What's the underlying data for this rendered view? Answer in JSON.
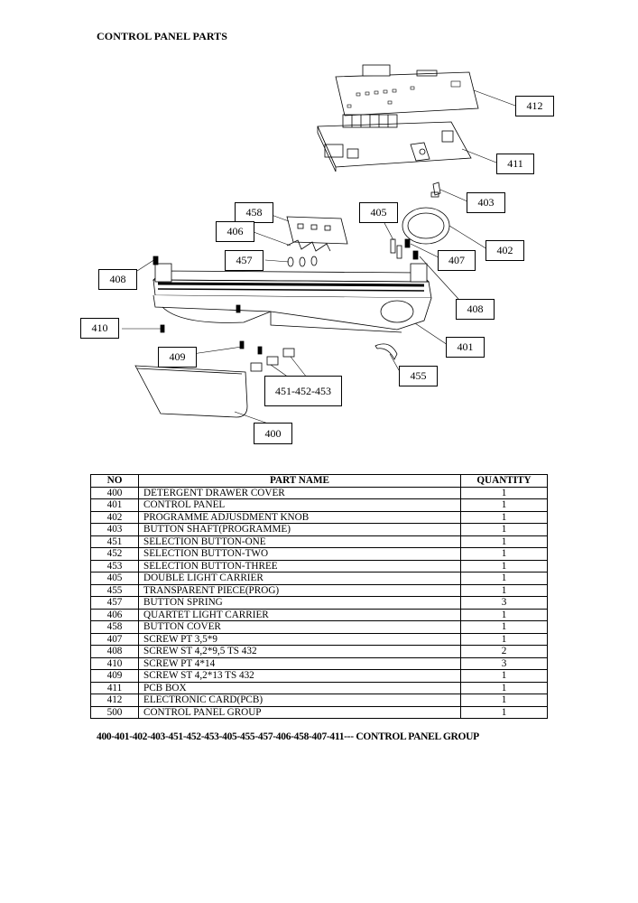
{
  "title": "CONTROL PANEL PARTS",
  "callouts": {
    "c412": "412",
    "c411": "411",
    "c403": "403",
    "c405": "405",
    "c458": "458",
    "c402": "402",
    "c406": "406",
    "c407": "407",
    "c457": "457",
    "c408a": "408",
    "c408b": "408",
    "c410": "410",
    "c401": "401",
    "c409": "409",
    "c455": "455",
    "c451": "451-452-453",
    "c400": "400"
  },
  "table": {
    "headers": {
      "no": "NO",
      "name": "PART NAME",
      "qty": "QUANTITY"
    },
    "rows": [
      {
        "no": "400",
        "name": "DETERGENT DRAWER COVER",
        "qty": "1"
      },
      {
        "no": "401",
        "name": "CONTROL PANEL",
        "qty": "1"
      },
      {
        "no": "402",
        "name": "PROGRAMME ADJUSDMENT KNOB",
        "qty": "1"
      },
      {
        "no": "403",
        "name": "BUTTON SHAFT(PROGRAMME)",
        "qty": "1"
      },
      {
        "no": "451",
        "name": "SELECTION BUTTON-ONE",
        "qty": "1"
      },
      {
        "no": "452",
        "name": "SELECTION BUTTON-TWO",
        "qty": "1"
      },
      {
        "no": "453",
        "name": "SELECTION BUTTON-THREE",
        "qty": "1"
      },
      {
        "no": "405",
        "name": "DOUBLE LIGHT CARRIER",
        "qty": "1"
      },
      {
        "no": "455",
        "name": "TRANSPARENT PIECE(PROG)",
        "qty": "1"
      },
      {
        "no": "457",
        "name": "BUTTON SPRING",
        "qty": "3"
      },
      {
        "no": "406",
        "name": "QUARTET LIGHT CARRIER",
        "qty": "1"
      },
      {
        "no": "458",
        "name": "BUTTON COVER",
        "qty": "1"
      },
      {
        "no": "407",
        "name": "SCREW PT 3,5*9",
        "qty": "1"
      },
      {
        "no": "408",
        "name": "SCREW ST 4,2*9,5 TS 432",
        "qty": "2"
      },
      {
        "no": "410",
        "name": "SCREW PT 4*14",
        "qty": "3"
      },
      {
        "no": "409",
        "name": "SCREW  ST 4,2*13 TS 432",
        "qty": "1"
      },
      {
        "no": "411",
        "name": "PCB BOX",
        "qty": "1"
      },
      {
        "no": "412",
        "name": "ELECTRONIC CARD(PCB)",
        "qty": "1"
      },
      {
        "no": "500",
        "name": "CONTROL PANEL GROUP",
        "qty": "1"
      }
    ]
  },
  "footer": "400-401-402-403-451-452-453-405-455-457-406-458-407-411--- CONTROL PANEL GROUP"
}
